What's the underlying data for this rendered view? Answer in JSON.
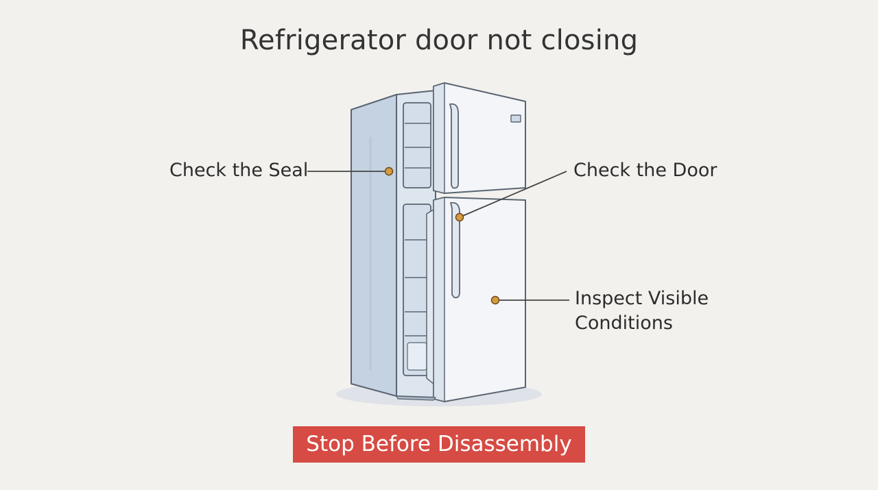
{
  "title": "Refrigerator door not closing",
  "callouts": {
    "seal": "Check the Seal",
    "door": "Check the Door",
    "inspect_line1": "Inspect Visible",
    "inspect_line2": "Conditions"
  },
  "banner": "Stop Before Disassembly",
  "colors": {
    "background": "#f2f1ed",
    "banner": "#d64b43",
    "marker": "#d79a3c",
    "fridge_body": "#c9d5e3",
    "fridge_door": "#f3f5f8",
    "outline": "#5a6472"
  }
}
